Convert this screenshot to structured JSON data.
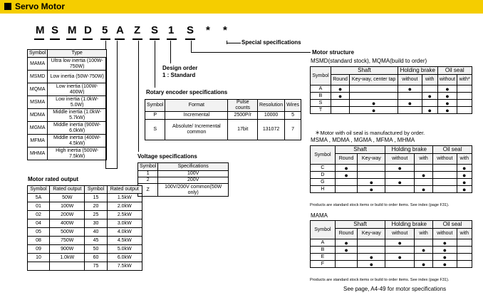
{
  "header": {
    "title": "Servo Motor",
    "color": "#f5cd00"
  },
  "model_code": [
    "M",
    "S",
    "M",
    "D",
    "5",
    "A",
    "Z",
    "S",
    "1",
    "S",
    "*",
    "*"
  ],
  "labels": {
    "special": "Special specifications",
    "motor_structure": "Motor structure",
    "design_order": "Design order",
    "design_order_value": "1 : Standard",
    "rotary_encoder": "Rotary encoder specifications",
    "voltage": "Voltage specifications",
    "rated_output": "Motor rated output"
  },
  "type_table": {
    "headers": [
      "Symbol",
      "Type"
    ],
    "rows": [
      [
        "MAMA",
        "Ultra low inertia (100W-750W)"
      ],
      [
        "MSMD",
        "Low inertia (50W-750W)"
      ],
      [
        "MQMA",
        "Low inertia (100W-400W)"
      ],
      [
        "MSMA",
        "Low inertia (1.0kW-5.0W)"
      ],
      [
        "MDMA",
        "Middle inertia (1.0kW-5.7kW)"
      ],
      [
        "MGMA",
        "Middle inertia (900W-6.0kW)"
      ],
      [
        "MFMA",
        "Middle inertia (400W-4.5kW)"
      ],
      [
        "MHMA",
        "High inertia (500W-7.5kW)"
      ]
    ]
  },
  "encoder_table": {
    "headers": [
      "Symbol",
      "Format",
      "Pulse counts",
      "Resolution",
      "Wires"
    ],
    "rows": [
      [
        "P",
        "Incremental",
        "2500P/r",
        "10000",
        "5"
      ],
      [
        "S",
        "Absolute/ Incremental common",
        "17bit",
        "131072",
        "7"
      ]
    ]
  },
  "voltage_table": {
    "headers": [
      "Symbol",
      "Specifications"
    ],
    "rows": [
      [
        "1",
        "100V"
      ],
      [
        "2",
        "200V"
      ],
      [
        "Z",
        "100V/200V common(50W only)"
      ]
    ]
  },
  "output_table": {
    "headers": [
      "Symbol",
      "Rated output",
      "Symbol",
      "Rated output"
    ],
    "rows": [
      [
        "5A",
        "50W",
        "15",
        "1.5kW"
      ],
      [
        "01",
        "100W",
        "20",
        "2.0kW"
      ],
      [
        "02",
        "200W",
        "25",
        "2.5kW"
      ],
      [
        "04",
        "400W",
        "30",
        "3.0kW"
      ],
      [
        "05",
        "500W",
        "40",
        "4.0kW"
      ],
      [
        "08",
        "750W",
        "45",
        "4.5kW"
      ],
      [
        "09",
        "900W",
        "50",
        "5.0kW"
      ],
      [
        "10",
        "1.0kW",
        "60",
        "6.0kW"
      ],
      [
        "",
        "",
        "75",
        "7.5kW"
      ]
    ]
  },
  "structure1": {
    "caption": "MSMD(standard stock), MQMA(build to order)",
    "groups": [
      "Shaft",
      "Holding brake",
      "Oil seal"
    ],
    "sub": [
      "Round",
      "Key-way, center tap",
      "without",
      "with",
      "without",
      "with*"
    ],
    "rows": [
      [
        "A",
        "●",
        "",
        "●",
        "",
        "●",
        ""
      ],
      [
        "B",
        "●",
        "",
        "",
        "●",
        "●",
        ""
      ],
      [
        "S",
        "",
        "●",
        "●",
        "",
        "●",
        ""
      ],
      [
        "T",
        "",
        "●",
        "",
        "●",
        "●",
        ""
      ]
    ],
    "note": "＊Motor with oil seal is manufactured by order."
  },
  "structure2": {
    "caption": "MSMA , MDMA , MGMA , MFMA , MHMA",
    "groups": [
      "Shaft",
      "Holding brake",
      "Oil seal"
    ],
    "sub": [
      "Round",
      "Key-way",
      "without",
      "with",
      "without",
      "with"
    ],
    "rows": [
      [
        "C",
        "●",
        "",
        "●",
        "",
        "",
        "●"
      ],
      [
        "D",
        "●",
        "",
        "",
        "●",
        "",
        "●"
      ],
      [
        "G",
        "",
        "●",
        "●",
        "",
        "",
        "●"
      ],
      [
        "H",
        "",
        "●",
        "",
        "●",
        "",
        "●"
      ]
    ],
    "note": "Products are standard stock items or build to order items. See index (page F31)."
  },
  "structure3": {
    "caption": "MAMA",
    "groups": [
      "Shaft",
      "Holding brake",
      "Oil seal"
    ],
    "sub": [
      "Round",
      "Key-way",
      "without",
      "with",
      "without",
      "with"
    ],
    "rows": [
      [
        "A",
        "●",
        "",
        "●",
        "",
        "●",
        ""
      ],
      [
        "B",
        "●",
        "",
        "",
        "●",
        "●",
        ""
      ],
      [
        "E",
        "",
        "●",
        "●",
        "",
        "●",
        ""
      ],
      [
        "F",
        "",
        "●",
        "",
        "●",
        "●",
        ""
      ]
    ],
    "note": "Products are standard stock items or build to order items. See index (page F31)."
  },
  "footer": "See page, A4-49 for motor specifications"
}
